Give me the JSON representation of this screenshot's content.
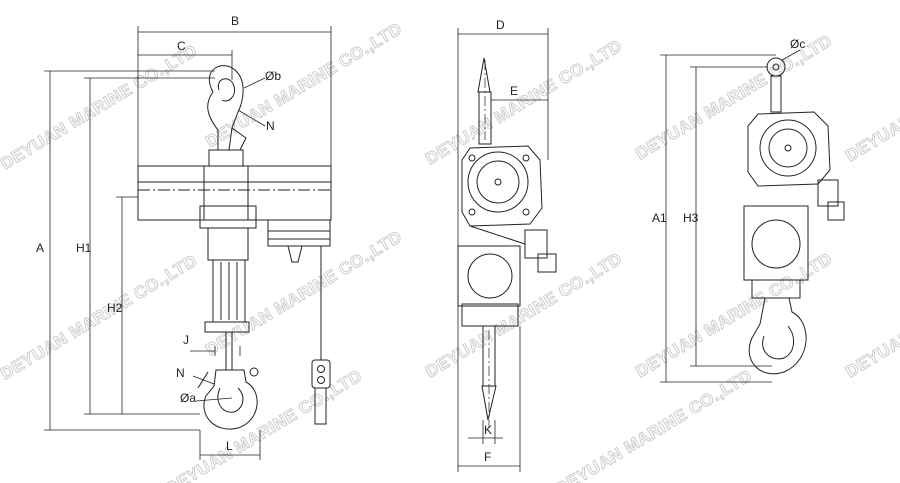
{
  "watermark": "DEYUAN MARINE CO.,LTD",
  "views": {
    "front": {
      "dimensions": {
        "A": "A",
        "B": "B",
        "C": "C",
        "H1": "H1",
        "H2": "H2",
        "J": "J",
        "L": "L",
        "N_top": "N",
        "N_bottom": "N",
        "phi_a": "Øa",
        "phi_b": "Øb"
      }
    },
    "side": {
      "dimensions": {
        "D": "D",
        "E": "E",
        "F": "F",
        "K": "K"
      }
    },
    "alt": {
      "dimensions": {
        "A1": "A1",
        "H3": "H3",
        "phi_c": "Øc"
      }
    }
  }
}
